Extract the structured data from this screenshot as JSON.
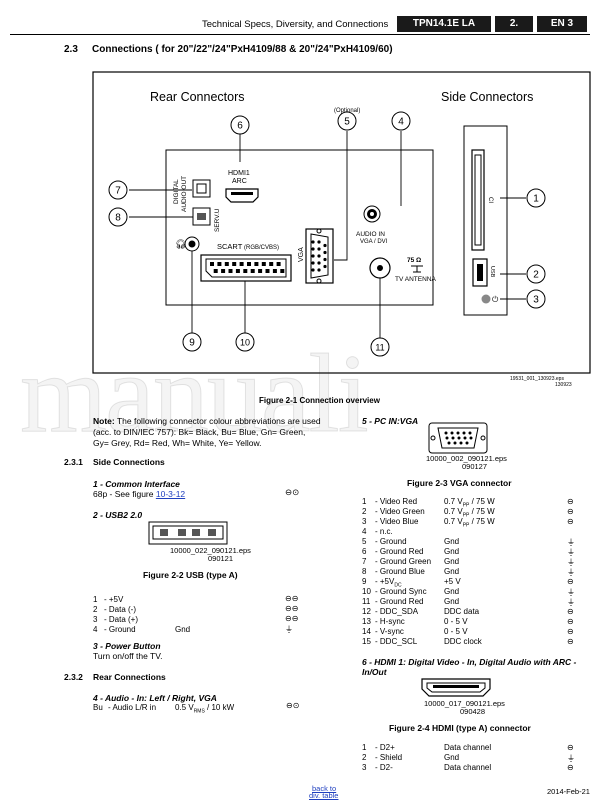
{
  "header": {
    "title": "Technical Specs, Diversity, and Connections",
    "model": "TPN14.1E LA",
    "chapter": "2.",
    "lang": "EN 3"
  },
  "section": {
    "number": "2.3",
    "title": "Connections ( for 20\"/22\"/24\"PxH4109/88 & 20\"/24\"PxH4109/60)"
  },
  "diagram": {
    "rear_title": "Rear Connectors",
    "side_title": "Side Connectors",
    "optional": "(Optional)",
    "digital_audio": [
      "DIGITAL",
      "AUDIO OUT"
    ],
    "hdmi": [
      "HDMI1",
      "ARC"
    ],
    "serv": "SERV.U",
    "scart": "SCART",
    "scart_sub": "(RGB/CVBS)",
    "vga": "VGA",
    "audio_in": [
      "AUDIO IN",
      "VGA / DVI"
    ],
    "ohm": "75 Ω",
    "tv_antenna": "TV ANTENNA",
    "ci": "CI",
    "usb": "USB",
    "callouts": [
      "1",
      "2",
      "3",
      "4",
      "5",
      "6",
      "7",
      "8",
      "9",
      "10",
      "11"
    ],
    "file": "19531_001_130923.eps",
    "date": "130923"
  },
  "figure1_caption": "Figure 2-1 Connection overview",
  "note": {
    "label": "Note:",
    "text": "The following connector colour abbreviations are used",
    "lines": [
      "(acc. to DIN/IEC 757): Bk= Black, Bu= Blue, Gn= Green,",
      "Gy= Grey, Rd= Red, Wh= White, Ye= Yellow."
    ]
  },
  "side": {
    "number": "2.3.1",
    "title": "Side Connections",
    "ci_title": "1 - Common Interface",
    "ci_text": "68p - See figure ",
    "ci_link": "10-3-12",
    "usb_title": "2 - USB2 2.0",
    "usb_file": "10000_022_090121.eps",
    "usb_date": "090121",
    "usb_caption": "Figure 2-2  USB (type A)",
    "usb_pins": [
      {
        "n": "1",
        "name": "- +5V",
        "val": ""
      },
      {
        "n": "2",
        "name": "- Data (-)",
        "val": ""
      },
      {
        "n": "3",
        "name": "- Data (+)",
        "val": ""
      },
      {
        "n": "4",
        "name": "- Ground",
        "val": "Gnd"
      }
    ],
    "power_title": "3 - Power Button",
    "power_text": "Turn on/off the TV."
  },
  "rear": {
    "number": "2.3.2",
    "title": "Rear Connections",
    "audio_title": "4 - Audio - In: Left / Right, VGA",
    "audio_row": {
      "col": "Bu",
      "name": "- Audio L/R in",
      "val": "0.5 V",
      "sub": "RMS",
      "tail": " / 10 kW"
    }
  },
  "vga": {
    "title": "5 - PC IN:VGA",
    "file": "10000_002_090121.eps",
    "date": "090127",
    "caption": "Figure 2-3 VGA connector",
    "pins": [
      {
        "n": "1",
        "name": "- Video Red",
        "val": "0.7 V",
        "sub": "PP",
        "tail": " / 75 W"
      },
      {
        "n": "2",
        "name": "- Video Green",
        "val": "0.7 V",
        "sub": "PP",
        "tail": " / 75 W"
      },
      {
        "n": "3",
        "name": "- Video Blue",
        "val": "0.7 V",
        "sub": "PP",
        "tail": " / 75 W"
      },
      {
        "n": "4",
        "name": "- n.c.",
        "val": "",
        "sub": "",
        "tail": ""
      },
      {
        "n": "5",
        "name": "- Ground",
        "val": "Gnd",
        "sub": "",
        "tail": ""
      },
      {
        "n": "6",
        "name": "- Ground Red",
        "val": "Gnd",
        "sub": "",
        "tail": ""
      },
      {
        "n": "7",
        "name": "- Ground Green",
        "val": "Gnd",
        "sub": "",
        "tail": ""
      },
      {
        "n": "8",
        "name": "- Ground Blue",
        "val": "Gnd",
        "sub": "",
        "tail": ""
      },
      {
        "n": "9",
        "name": "- +5V",
        "val": "+5 V",
        "sub": "",
        "tail": ""
      },
      {
        "n": "10",
        "name": "- Ground Sync",
        "val": "Gnd",
        "sub": "",
        "tail": ""
      },
      {
        "n": "11",
        "name": "- Ground Red",
        "val": "Gnd",
        "sub": "",
        "tail": ""
      },
      {
        "n": "12",
        "name": "- DDC_SDA",
        "val": "DDC data",
        "sub": "",
        "tail": ""
      },
      {
        "n": "13",
        "name": "- H-sync",
        "val": "0 - 5 V",
        "sub": "",
        "tail": ""
      },
      {
        "n": "14",
        "name": "- V-sync",
        "val": "0 - 5 V",
        "sub": "",
        "tail": ""
      },
      {
        "n": "15",
        "name": "- DDC_SCL",
        "val": "DDC clock",
        "sub": "",
        "tail": ""
      }
    ],
    "pin9_sub": "DC"
  },
  "hdmi": {
    "title": "6 - HDMI 1: Digital Video - In, Digital Audio with ARC -",
    "title2": "In/Out",
    "file": "10000_017_090121.eps",
    "date": "090428",
    "caption": "Figure 2-4 HDMI (type A) connector",
    "pins": [
      {
        "n": "1",
        "name": "- D2+",
        "val": "Data channel"
      },
      {
        "n": "2",
        "name": "- Shield",
        "val": "Gnd"
      },
      {
        "n": "3",
        "name": "- D2-",
        "val": "Data channel"
      }
    ]
  },
  "footer": {
    "back": "back to",
    "back2": "div. table",
    "date": "2014-Feb-21"
  },
  "watermark": "manuali"
}
